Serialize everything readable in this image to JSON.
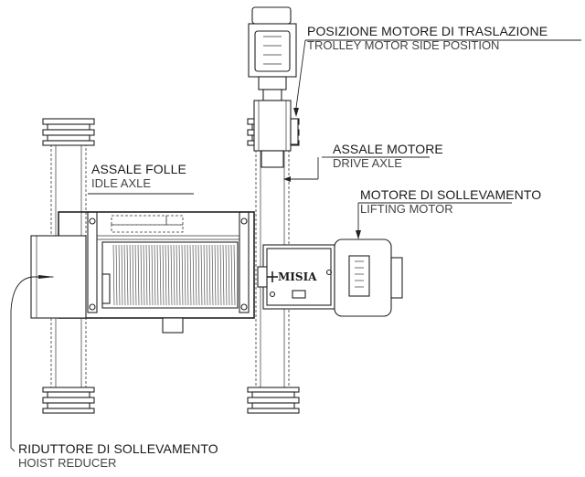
{
  "labels": {
    "trolley_motor_position": {
      "it": "POSIZIONE MOTORE DI TRASLAZIONE",
      "en": "TROLLEY MOTOR SIDE POSITION"
    },
    "drive_axle": {
      "it": "ASSALE MOTORE",
      "en": "DRIVE AXLE"
    },
    "idle_axle": {
      "it": "ASSALE FOLLE",
      "en": "IDLE AXLE"
    },
    "lifting_motor": {
      "it": "MOTORE DI SOLLEVAMENTO",
      "en": "LIFTING MOTOR"
    },
    "hoist_reducer": {
      "it": "RIDUTTORE DI SOLLEVAMENTO",
      "en": "HOIST REDUCER"
    }
  },
  "brand": "MISIA",
  "colors": {
    "line": "#222222",
    "text": "#1a1a1a",
    "subtext": "#444444"
  }
}
